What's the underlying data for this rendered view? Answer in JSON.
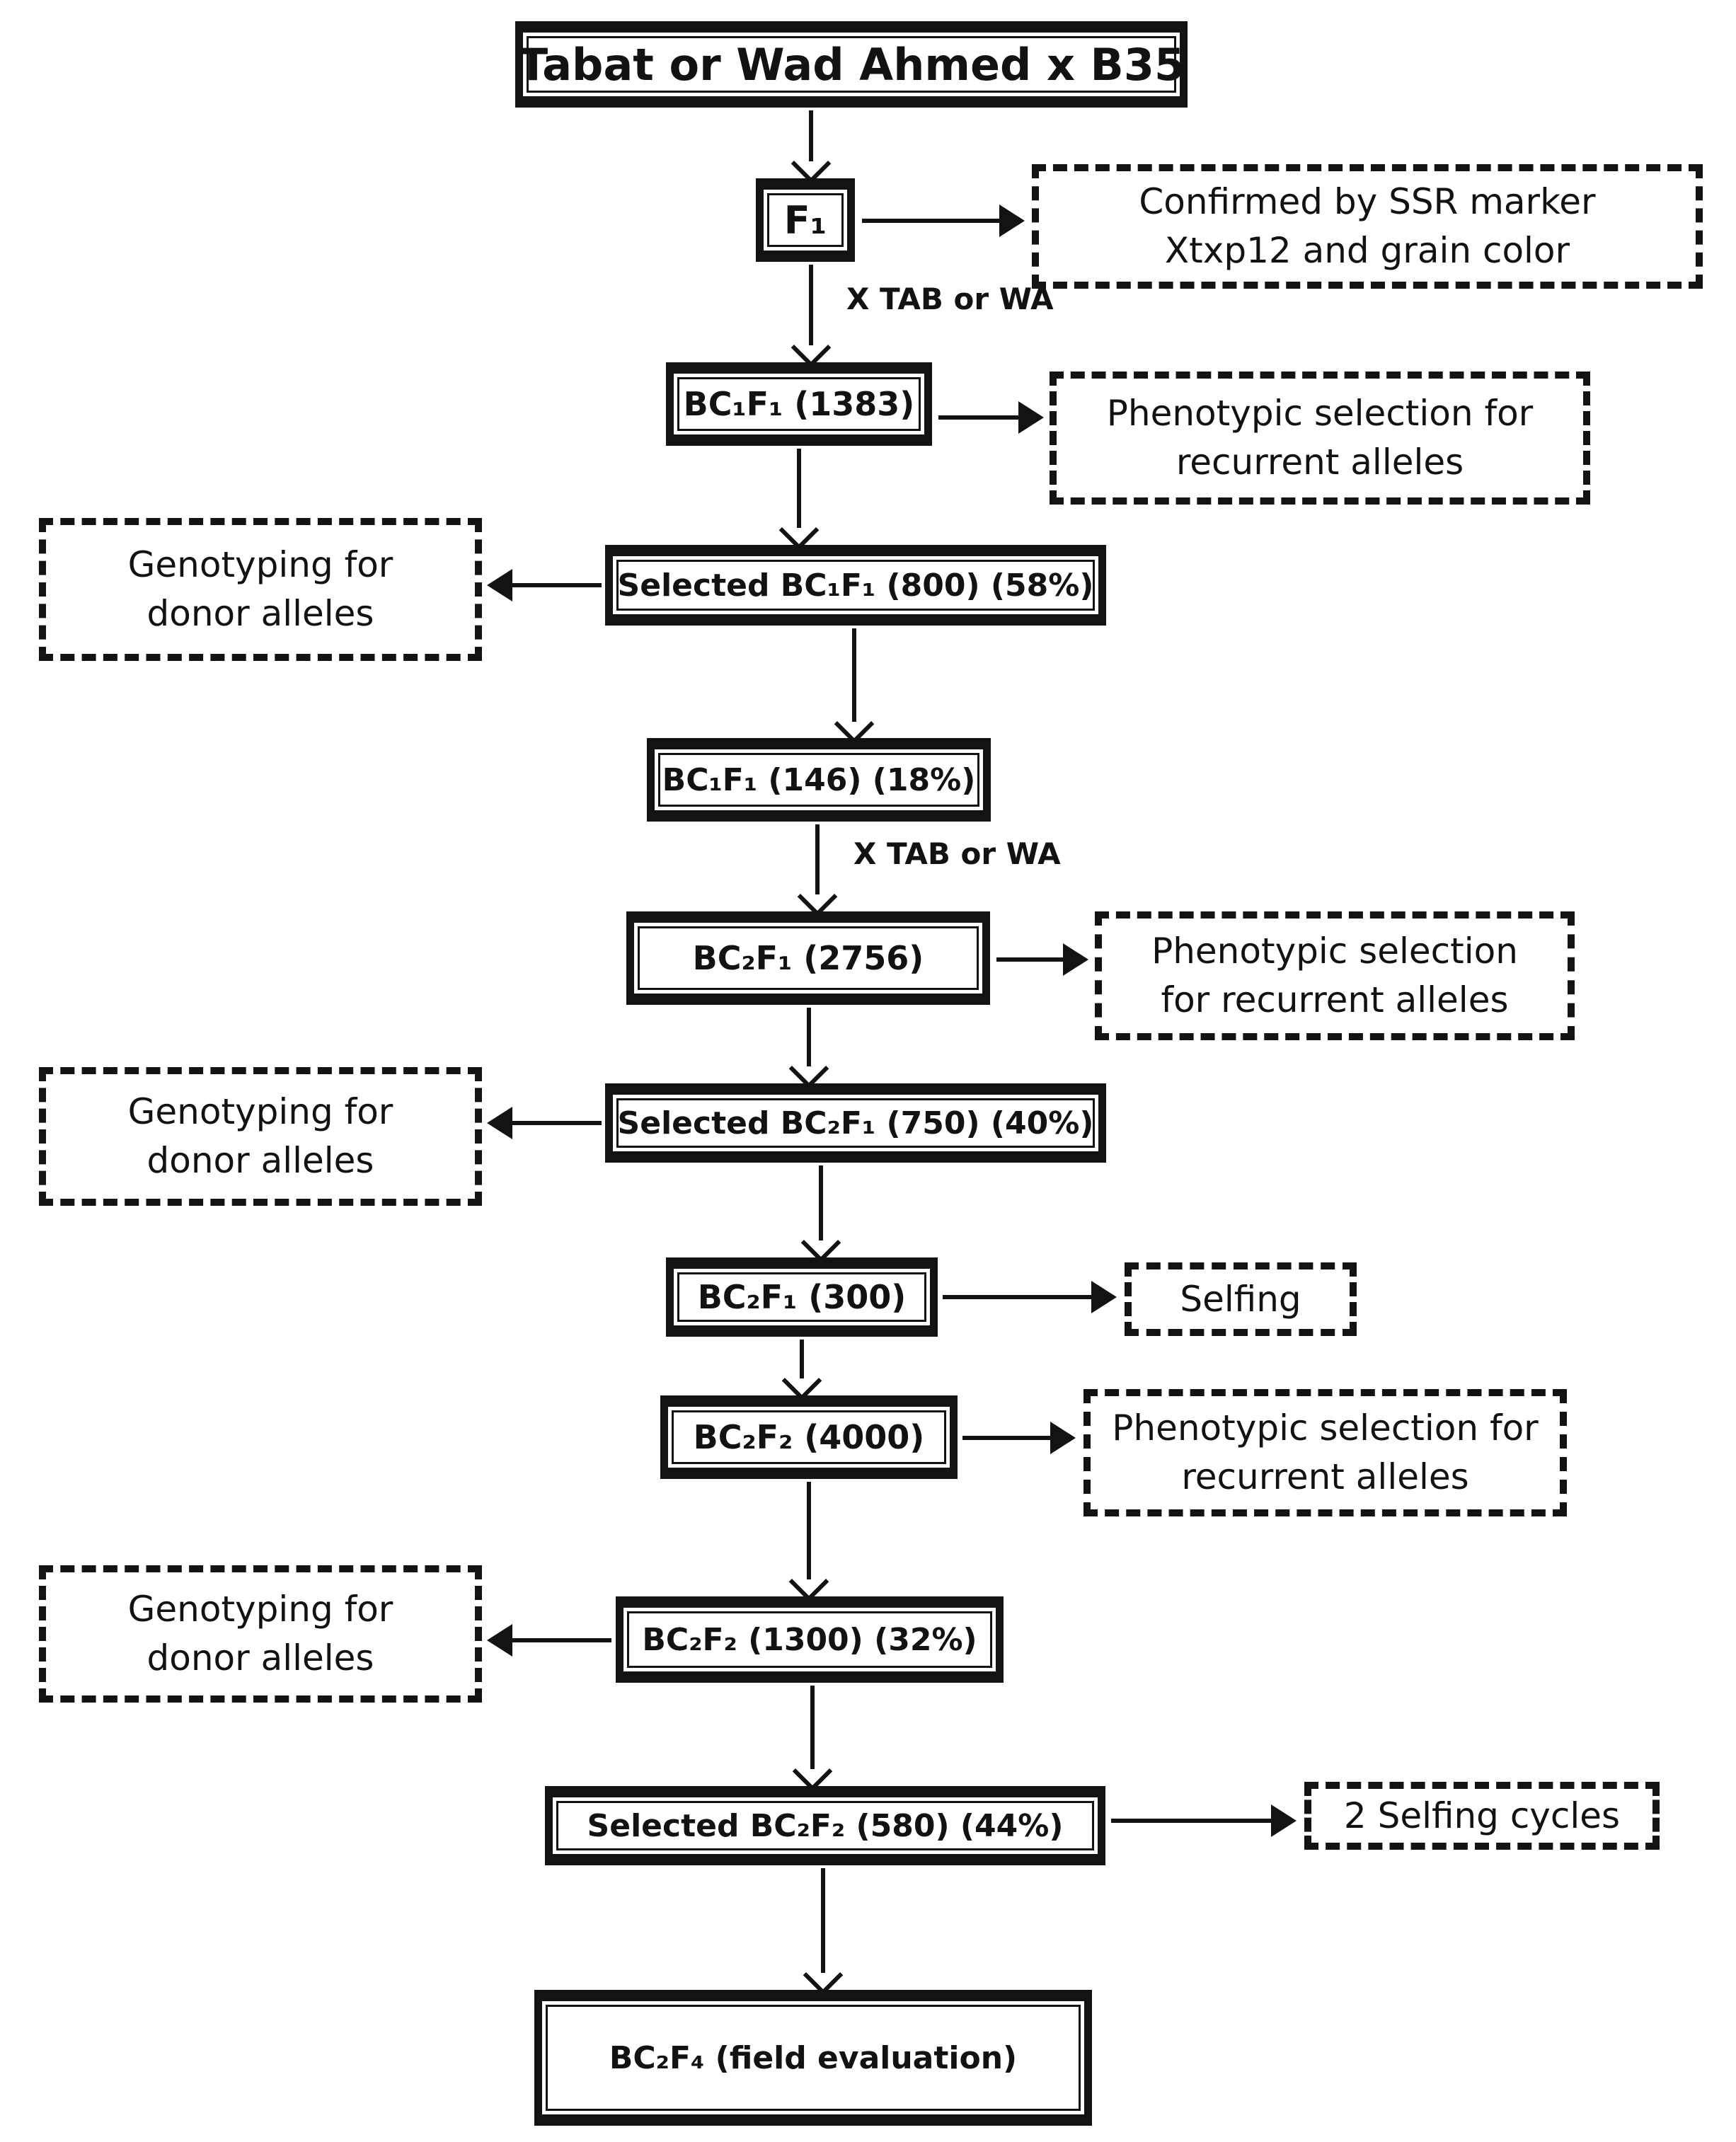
{
  "flow": {
    "source": "Tabat or Wad Ahmed x B35",
    "f1": "F₁",
    "bc1f1_total": "BC₁F₁ (1383)",
    "bc1f1_selected": "Selected BC₁F₁ (800) (58%)",
    "bc1f1_genotyped": "BC₁F₁ (146) (18%)",
    "bc2f1_total": "BC₂F₁ (2756)",
    "bc2f1_selected": "Selected BC₂F₁ (750) (40%)",
    "bc2f1_selfed": "BC₂F₁ (300)",
    "bc2f2_total": "BC₂F₂ (4000)",
    "bc2f2_genotyped": "BC₂F₂ (1300) (32%)",
    "bc2f2_selected": "Selected BC₂F₂ (580) (44%)",
    "bc2f4_eval": "BC₂F₄ (field evaluation)"
  },
  "notes": {
    "confirmed": "Confirmed by SSR marker Xtxp12 and grain color",
    "phenotypic_selection_1": "Phenotypic selection for recurrent alleles",
    "phenotypic_selection_2": "Phenotypic selection for recurrent alleles",
    "phenotypic_selection_3": "Phenotypic selection for recurrent alleles",
    "genotyping_1": "Genotyping for donor alleles",
    "genotyping_2": "Genotyping for donor alleles",
    "genotyping_3": "Genotyping for donor alleles",
    "selfing": "Selfing",
    "selfing_cycles": "2 Selfing cycles"
  },
  "edge_labels": {
    "cross_1": "X TAB or WA",
    "cross_2": "X TAB or WA"
  },
  "colors": {
    "line": "#131313",
    "background": "#ffffff"
  }
}
